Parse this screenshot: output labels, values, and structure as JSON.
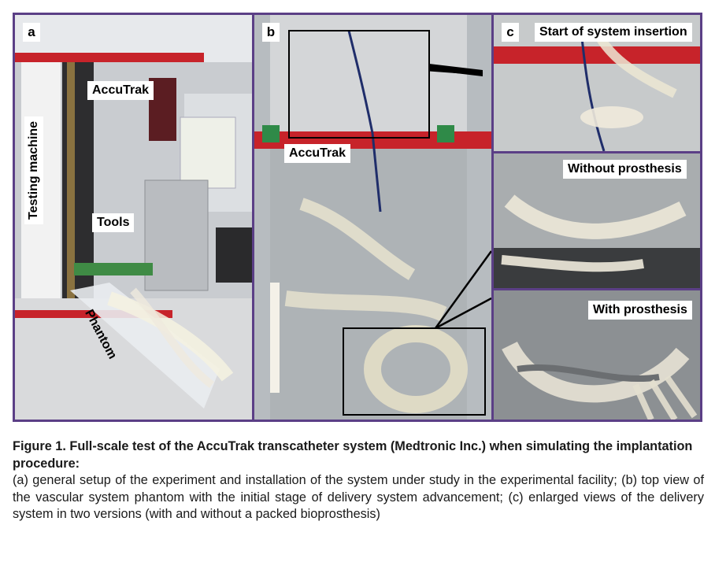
{
  "figure": {
    "panel_a": {
      "letter": "a",
      "labels": {
        "testing_machine": "Testing machine",
        "accutrak": "AccuTrak",
        "tools": "Tools",
        "phantom": "Phantom"
      }
    },
    "panel_b": {
      "letter": "b",
      "labels": {
        "accutrak": "AccuTrak"
      }
    },
    "panel_c": {
      "letter": "c",
      "labels": {
        "start": "Start of system insertion",
        "without": "Without prosthesis",
        "with": "With prosthesis"
      }
    },
    "colors": {
      "frame": "#5b3f86"
    }
  },
  "caption": {
    "title": "Figure 1. Full-scale test of the AccuTrak transcatheter system (Medtronic Inc.) when simulating the implantation procedure:",
    "body": "(a) general setup of the experiment and installation of the system under study in the experimental facility; (b) top view of the vascular system phantom with the initial stage of delivery system advancement; (c) enlarged views of the delivery system in two versions (with and without a packed bioprosthesis)"
  }
}
